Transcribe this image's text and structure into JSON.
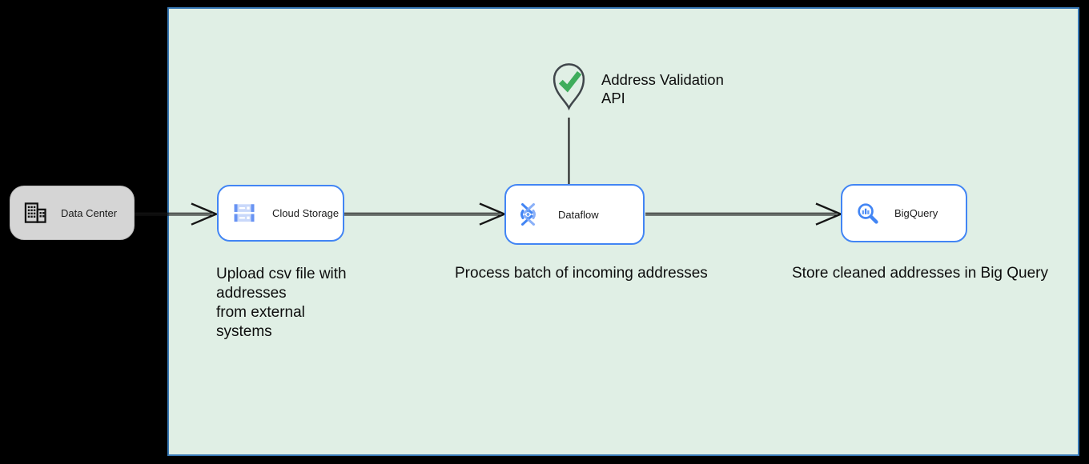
{
  "diagram": {
    "kind": "architecture-flow",
    "colors": {
      "canvas_bg": "#000000",
      "board_bg": "#e0efe5",
      "board_border": "#3778b5",
      "node_border_blue": "#4285f4",
      "node_bg_white": "#ffffff",
      "node_bg_gray": "#d5d5d5",
      "edge_black": "#161616",
      "check_green": "#3fad5c",
      "icon_blue_dark": "#4285f4",
      "icon_blue_medium": "#669df6",
      "icon_blue_light": "#8ab0f8"
    }
  },
  "nodes": {
    "data_center": {
      "label": "Data Center",
      "icon": "building-icon"
    },
    "cloud_storage": {
      "label": "Cloud Storage",
      "icon": "cloud-storage-icon"
    },
    "dataflow": {
      "label": "Dataflow",
      "icon": "dataflow-icon"
    },
    "bigquery": {
      "label": "BigQuery",
      "icon": "bigquery-icon"
    },
    "address_validation_api": {
      "label": "Address Validation\nAPI",
      "icon": "map-pin-check-icon"
    }
  },
  "captions": {
    "cloud_storage": "Upload csv file with\naddresses\nfrom external\nsystems",
    "dataflow": "Process batch of incoming addresses",
    "bigquery": "Store cleaned addresses in Big Query"
  }
}
